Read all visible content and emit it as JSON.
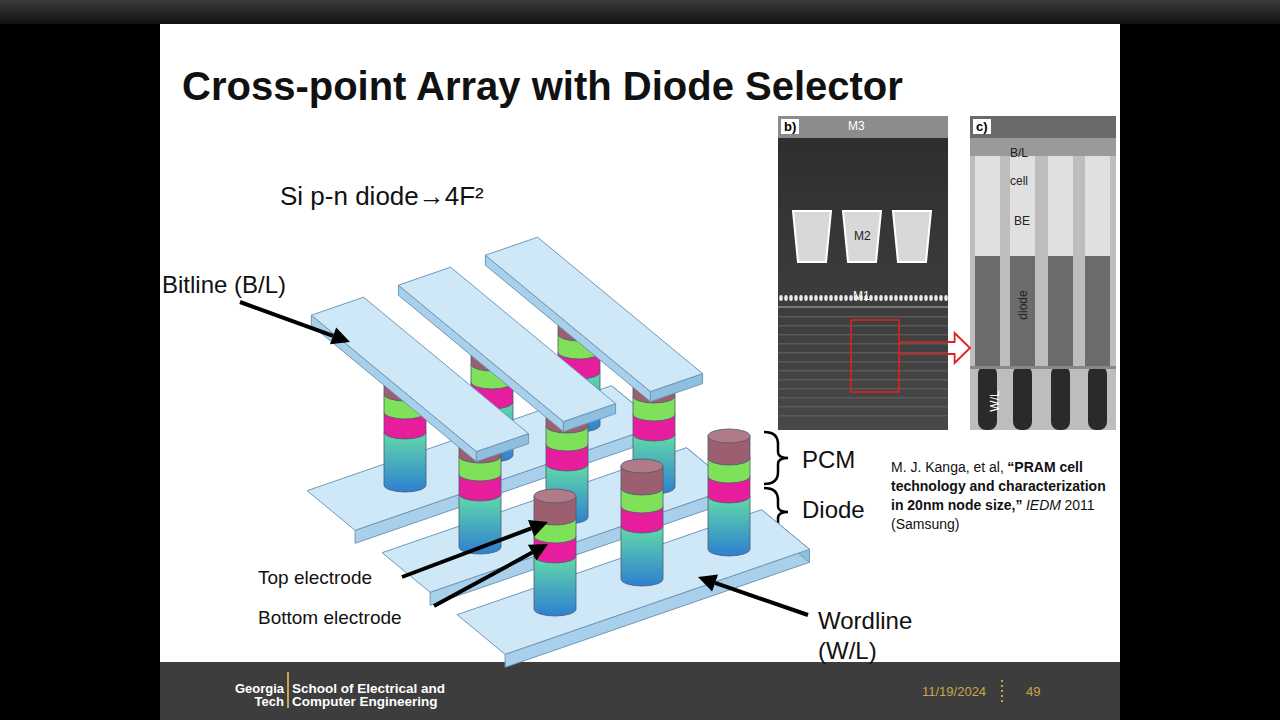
{
  "diagram": {
    "title": "Cross-point Array with Diode Selector",
    "nodes": [
      {
        "text": [
          "b)",
          "M3",
          "M2",
          "M1"
        ]
      },
      {
        "text": [
          "c)",
          "B/L",
          "cell",
          "BE",
          "diode",
          "W/L"
        ]
      }
    ],
    "edges": [
      {
        "from": 0,
        "to": 1,
        "arrow": "to"
      }
    ],
    "labels": [
      "Si p-n diode→4F²",
      "Bitline (B/L)",
      "PCM",
      "Diode",
      "M. J. Kanga, et al,",
      "“PRAM cell technology and characterization in 20nm node size,”",
      "IEDM",
      "2011 (Samsung)",
      "Top electrode",
      "Bottom electrode",
      "Wordline (W/L)",
      "Georgia Tech",
      "School of Electrical and Computer Engineering",
      "11/19/2024",
      "49"
    ]
  }
}
